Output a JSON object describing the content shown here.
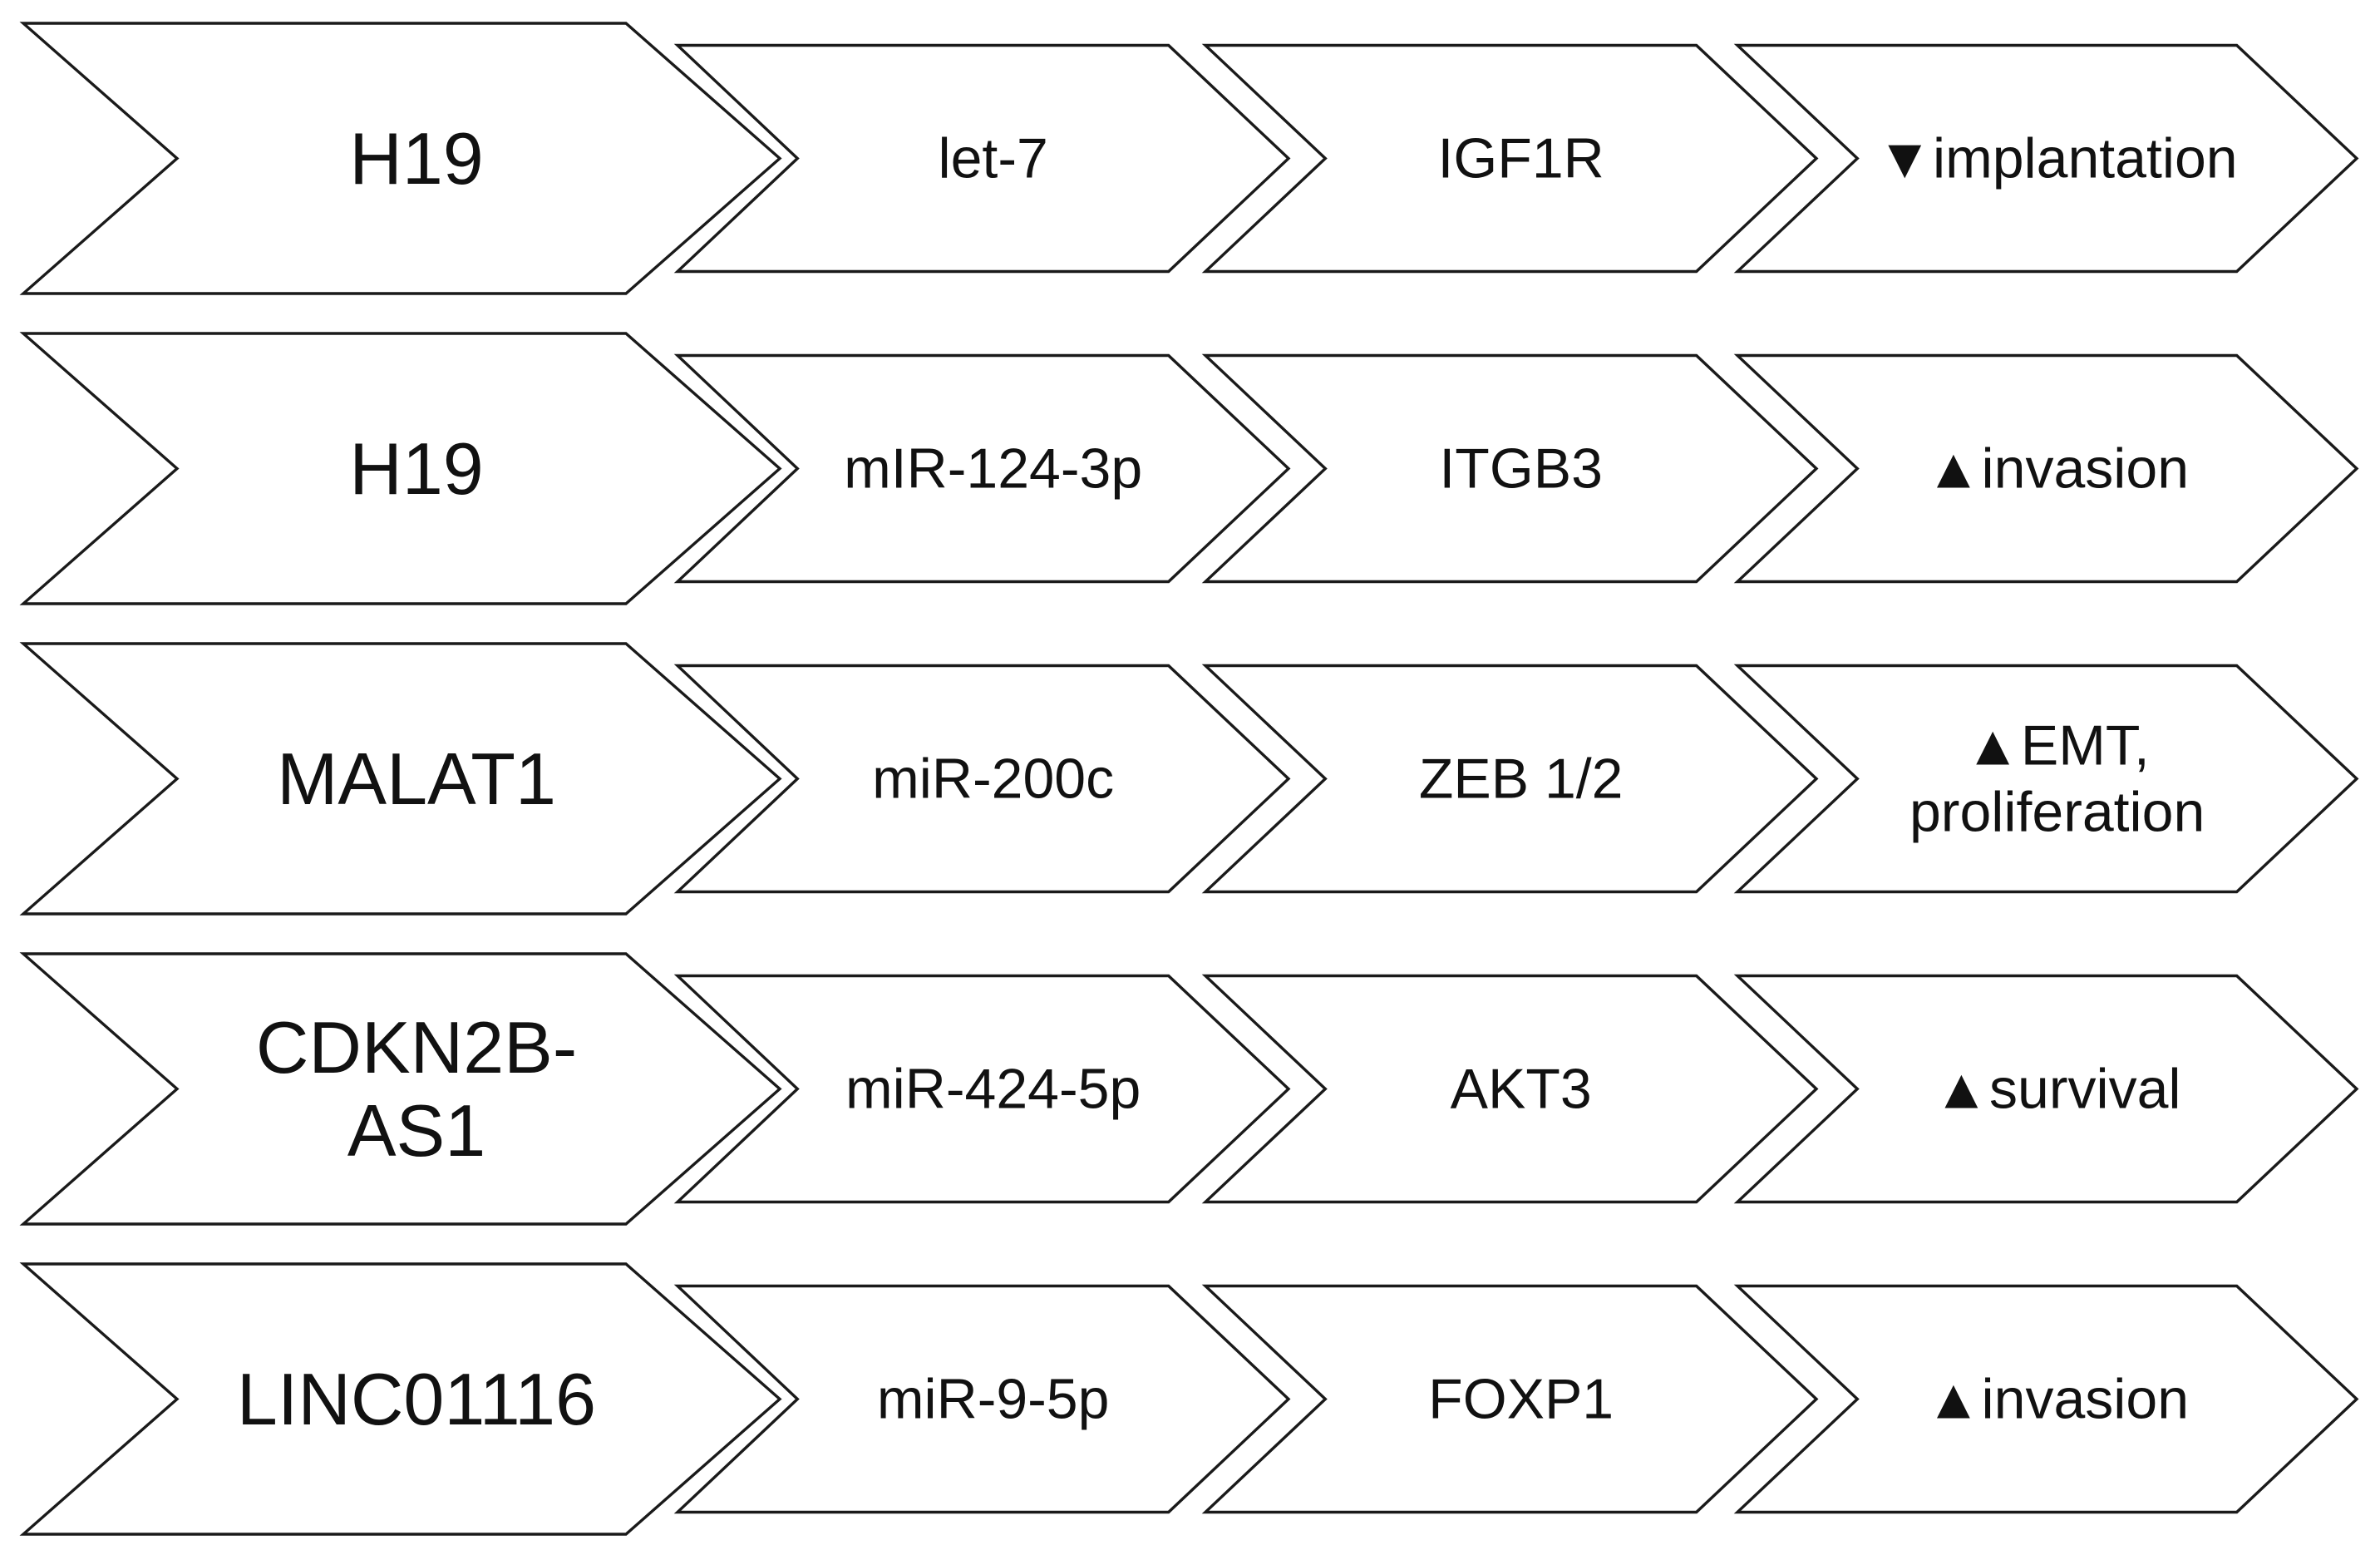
{
  "pathways": [
    {
      "lncrna": [
        "H19"
      ],
      "mirna": "let-7",
      "target": "IGF1R",
      "outcome": [
        "▼implantation"
      ]
    },
    {
      "lncrna": [
        "H19"
      ],
      "mirna": "mIR-124-3p",
      "target": "ITGB3",
      "outcome": [
        "▲invasion"
      ]
    },
    {
      "lncrna": [
        "MALAT1"
      ],
      "mirna": "miR-200c",
      "target": "ZEB 1/2",
      "outcome": [
        "▲EMT,",
        "proliferation"
      ]
    },
    {
      "lncrna": [
        "CDKN2B-",
        "AS1"
      ],
      "mirna": "miR-424-5p",
      "target": "AKT3",
      "outcome": [
        "▲survival"
      ]
    },
    {
      "lncrna": [
        "LINC01116"
      ],
      "mirna": "miR-9-5p",
      "target": "FOXP1",
      "outcome": [
        "▲invasion"
      ]
    }
  ],
  "colors": {
    "shape_fill": "#ffffff",
    "shape_stroke": "#1a1a1a",
    "text": "#111111"
  }
}
